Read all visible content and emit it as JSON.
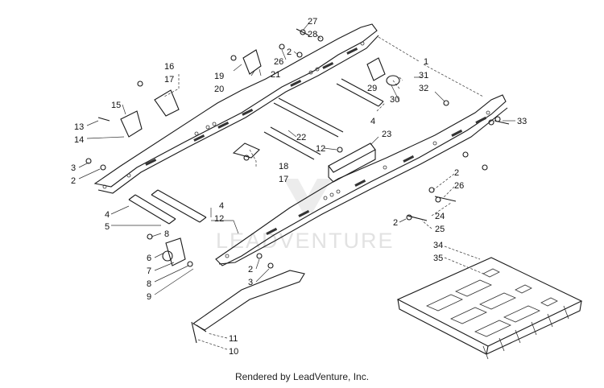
{
  "watermark": "LEADVENTURE",
  "footer": "Rendered by LeadVenture, Inc.",
  "callouts": [
    {
      "id": "c27",
      "text": "27"
    },
    {
      "id": "c28",
      "text": "28"
    },
    {
      "id": "c1",
      "text": "1"
    },
    {
      "id": "c26a",
      "text": "26"
    },
    {
      "id": "c2a",
      "text": "2"
    },
    {
      "id": "c16",
      "text": "16"
    },
    {
      "id": "c17a",
      "text": "17"
    },
    {
      "id": "c19",
      "text": "19"
    },
    {
      "id": "c20",
      "text": "20"
    },
    {
      "id": "c21",
      "text": "21"
    },
    {
      "id": "c29",
      "text": "29"
    },
    {
      "id": "c31",
      "text": "31"
    },
    {
      "id": "c32",
      "text": "32"
    },
    {
      "id": "c30",
      "text": "30"
    },
    {
      "id": "c15",
      "text": "15"
    },
    {
      "id": "c33",
      "text": "33"
    },
    {
      "id": "c13",
      "text": "13"
    },
    {
      "id": "c14",
      "text": "14"
    },
    {
      "id": "c4a",
      "text": "4"
    },
    {
      "id": "c22",
      "text": "22"
    },
    {
      "id": "c23",
      "text": "23"
    },
    {
      "id": "c12a",
      "text": "12"
    },
    {
      "id": "c3a",
      "text": "3"
    },
    {
      "id": "c2b",
      "text": "2"
    },
    {
      "id": "c18",
      "text": "18"
    },
    {
      "id": "c17b",
      "text": "17"
    },
    {
      "id": "c2c",
      "text": "2"
    },
    {
      "id": "c26b",
      "text": "26"
    },
    {
      "id": "c4b",
      "text": "4"
    },
    {
      "id": "c5",
      "text": "5"
    },
    {
      "id": "c4c",
      "text": "4"
    },
    {
      "id": "c12b",
      "text": "12"
    },
    {
      "id": "c2d",
      "text": "2"
    },
    {
      "id": "c24",
      "text": "24"
    },
    {
      "id": "c25",
      "text": "25"
    },
    {
      "id": "c8a",
      "text": "8"
    },
    {
      "id": "c34",
      "text": "34"
    },
    {
      "id": "c35",
      "text": "35"
    },
    {
      "id": "c6",
      "text": "6"
    },
    {
      "id": "c7",
      "text": "7"
    },
    {
      "id": "c8b",
      "text": "8"
    },
    {
      "id": "c9",
      "text": "9"
    },
    {
      "id": "c2e",
      "text": "2"
    },
    {
      "id": "c3b",
      "text": "3"
    },
    {
      "id": "c11",
      "text": "11"
    },
    {
      "id": "c10",
      "text": "10"
    }
  ]
}
